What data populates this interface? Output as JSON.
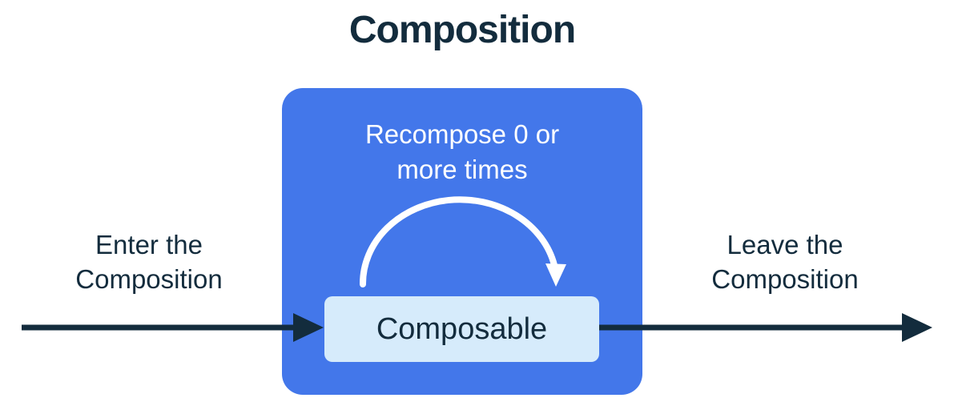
{
  "diagram": {
    "title": "Composition",
    "recompose_label": "Recompose 0 or\nmore times",
    "composable_label": "Composable",
    "enter_label": "Enter the\nComposition",
    "leave_label": "Leave the\nComposition",
    "colors": {
      "composition_blue": "#4377EA",
      "composable_light_blue": "#D6EBFB",
      "text_navy": "#132C3D",
      "arc_white": "#FFFFFF"
    }
  }
}
